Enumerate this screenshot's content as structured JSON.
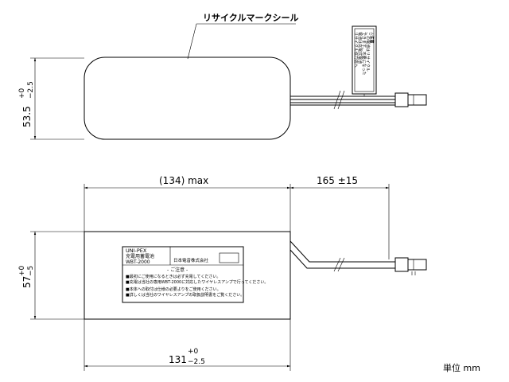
{
  "recycle_label": "リサイクルマークシール",
  "dim_height_top": {
    "nominal": "53.5",
    "upper": "+0",
    "lower": "−2.5"
  },
  "dim_width_top": "(134) max",
  "dim_cable": "165 ±15",
  "dim_height_bottom": {
    "nominal": "57",
    "upper": "+0",
    "lower": "−5"
  },
  "dim_width_bottom": {
    "nominal": "131",
    "upper": "+0",
    "lower": "−2.5"
  },
  "unit_label": "単位 mm",
  "product_label": {
    "brand": "UNI-PEX",
    "type": "充電用蓄電池",
    "model": "WBT-2000",
    "company": "日本電音株式会社",
    "caution_title": "- ご注意 -",
    "caution_lines": [
      "■最初にご使用になるときは必ず充電してください。",
      "■充電は当社の専用WBT-2000に対応したワイヤレスアンプで行ってください。",
      "■本体への取付は仕様の必要よりをご使用ください。",
      "■詳しくは当社のワイヤレスアンプの取扱説明書をご覧ください。"
    ]
  },
  "warning_tag": {
    "title": "⚠注意",
    "lines": [
      "この電池はリサイクル",
      "できます。不要になった",
      "電池は充電式電池",
      "リサイクル協力店へ"
    ]
  }
}
